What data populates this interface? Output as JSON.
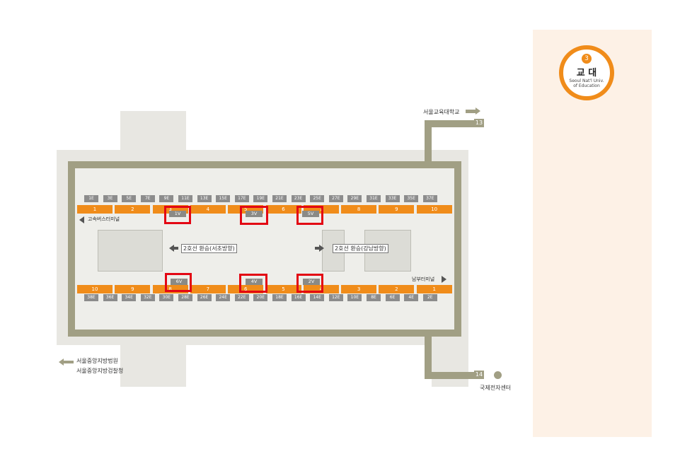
{
  "station": {
    "line_number": "3",
    "name_ko": "교 대",
    "name_en_line1": "Seoul Nat'l Univ.",
    "name_en_line2": "of Education",
    "line_color": "#f08c1a"
  },
  "top_door_labels": [
    "1E",
    "3E",
    "5E",
    "7E",
    "9E",
    "11E",
    "13E",
    "15E",
    "17E",
    "19E",
    "21E",
    "23E",
    "25E",
    "27E",
    "29E",
    "31E",
    "33E",
    "35E",
    "37E"
  ],
  "bottom_door_labels": [
    "38E",
    "36E",
    "34E",
    "32E",
    "30E",
    "28E",
    "26E",
    "24E",
    "22E",
    "20E",
    "18E",
    "16E",
    "14E",
    "12E",
    "10E",
    "8E",
    "6E",
    "4E",
    "2E"
  ],
  "top_cars": [
    "1",
    "2",
    "3",
    "4",
    "5",
    "6",
    "7",
    "8",
    "9",
    "10"
  ],
  "bottom_cars": [
    "10",
    "9",
    "8",
    "7",
    "6",
    "5",
    "4",
    "3",
    "2",
    "1"
  ],
  "top_elevators": [
    "1V",
    "3V",
    "5V"
  ],
  "bottom_elevators": [
    "6V",
    "4V",
    "2V"
  ],
  "direction_top": "고속버스터미널",
  "direction_bottom": "남부터미널",
  "transfer_left": "2호선 환승(서초방향)",
  "transfer_right": "2호선 환승(강남방향)",
  "exit13": {
    "number": "13",
    "label": "서울교육대학교"
  },
  "exit14": {
    "number": "14",
    "label": "국제전자센터"
  },
  "exit_left": {
    "label1": "서울중앙지방법원",
    "label2": "서울중앙지방검찰청"
  }
}
